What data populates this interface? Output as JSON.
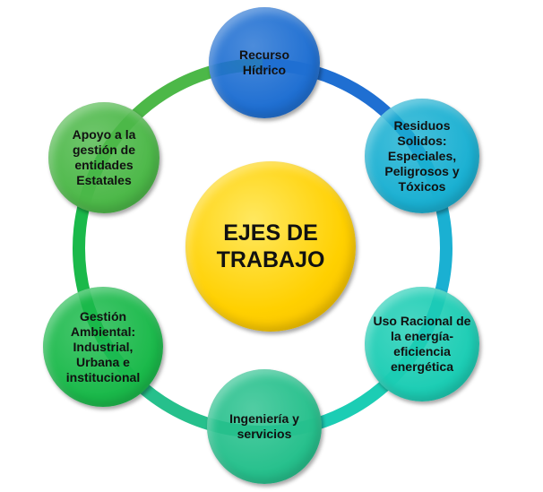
{
  "center": {
    "label": "EJES DE TRABAJO",
    "color": "#ffd000"
  },
  "nodes": [
    {
      "label": "Recurso Hídrico",
      "color": "#1f6fd2"
    },
    {
      "label": "Residuos Solidos: Especiales, Peligrosos y Tóxicos",
      "color": "#1ab0d2"
    },
    {
      "label": "Uso Racional de la energía-eficiencia energética",
      "color": "#1ccdb4"
    },
    {
      "label": "Ingeniería y servicios",
      "color": "#26c08c"
    },
    {
      "label": "Gestión Ambiental: Industrial, Urbana e institucional",
      "color": "#1ab94a"
    },
    {
      "label": "Apoyo a la gestión de entidades Estatales",
      "color": "#4cb848"
    }
  ]
}
